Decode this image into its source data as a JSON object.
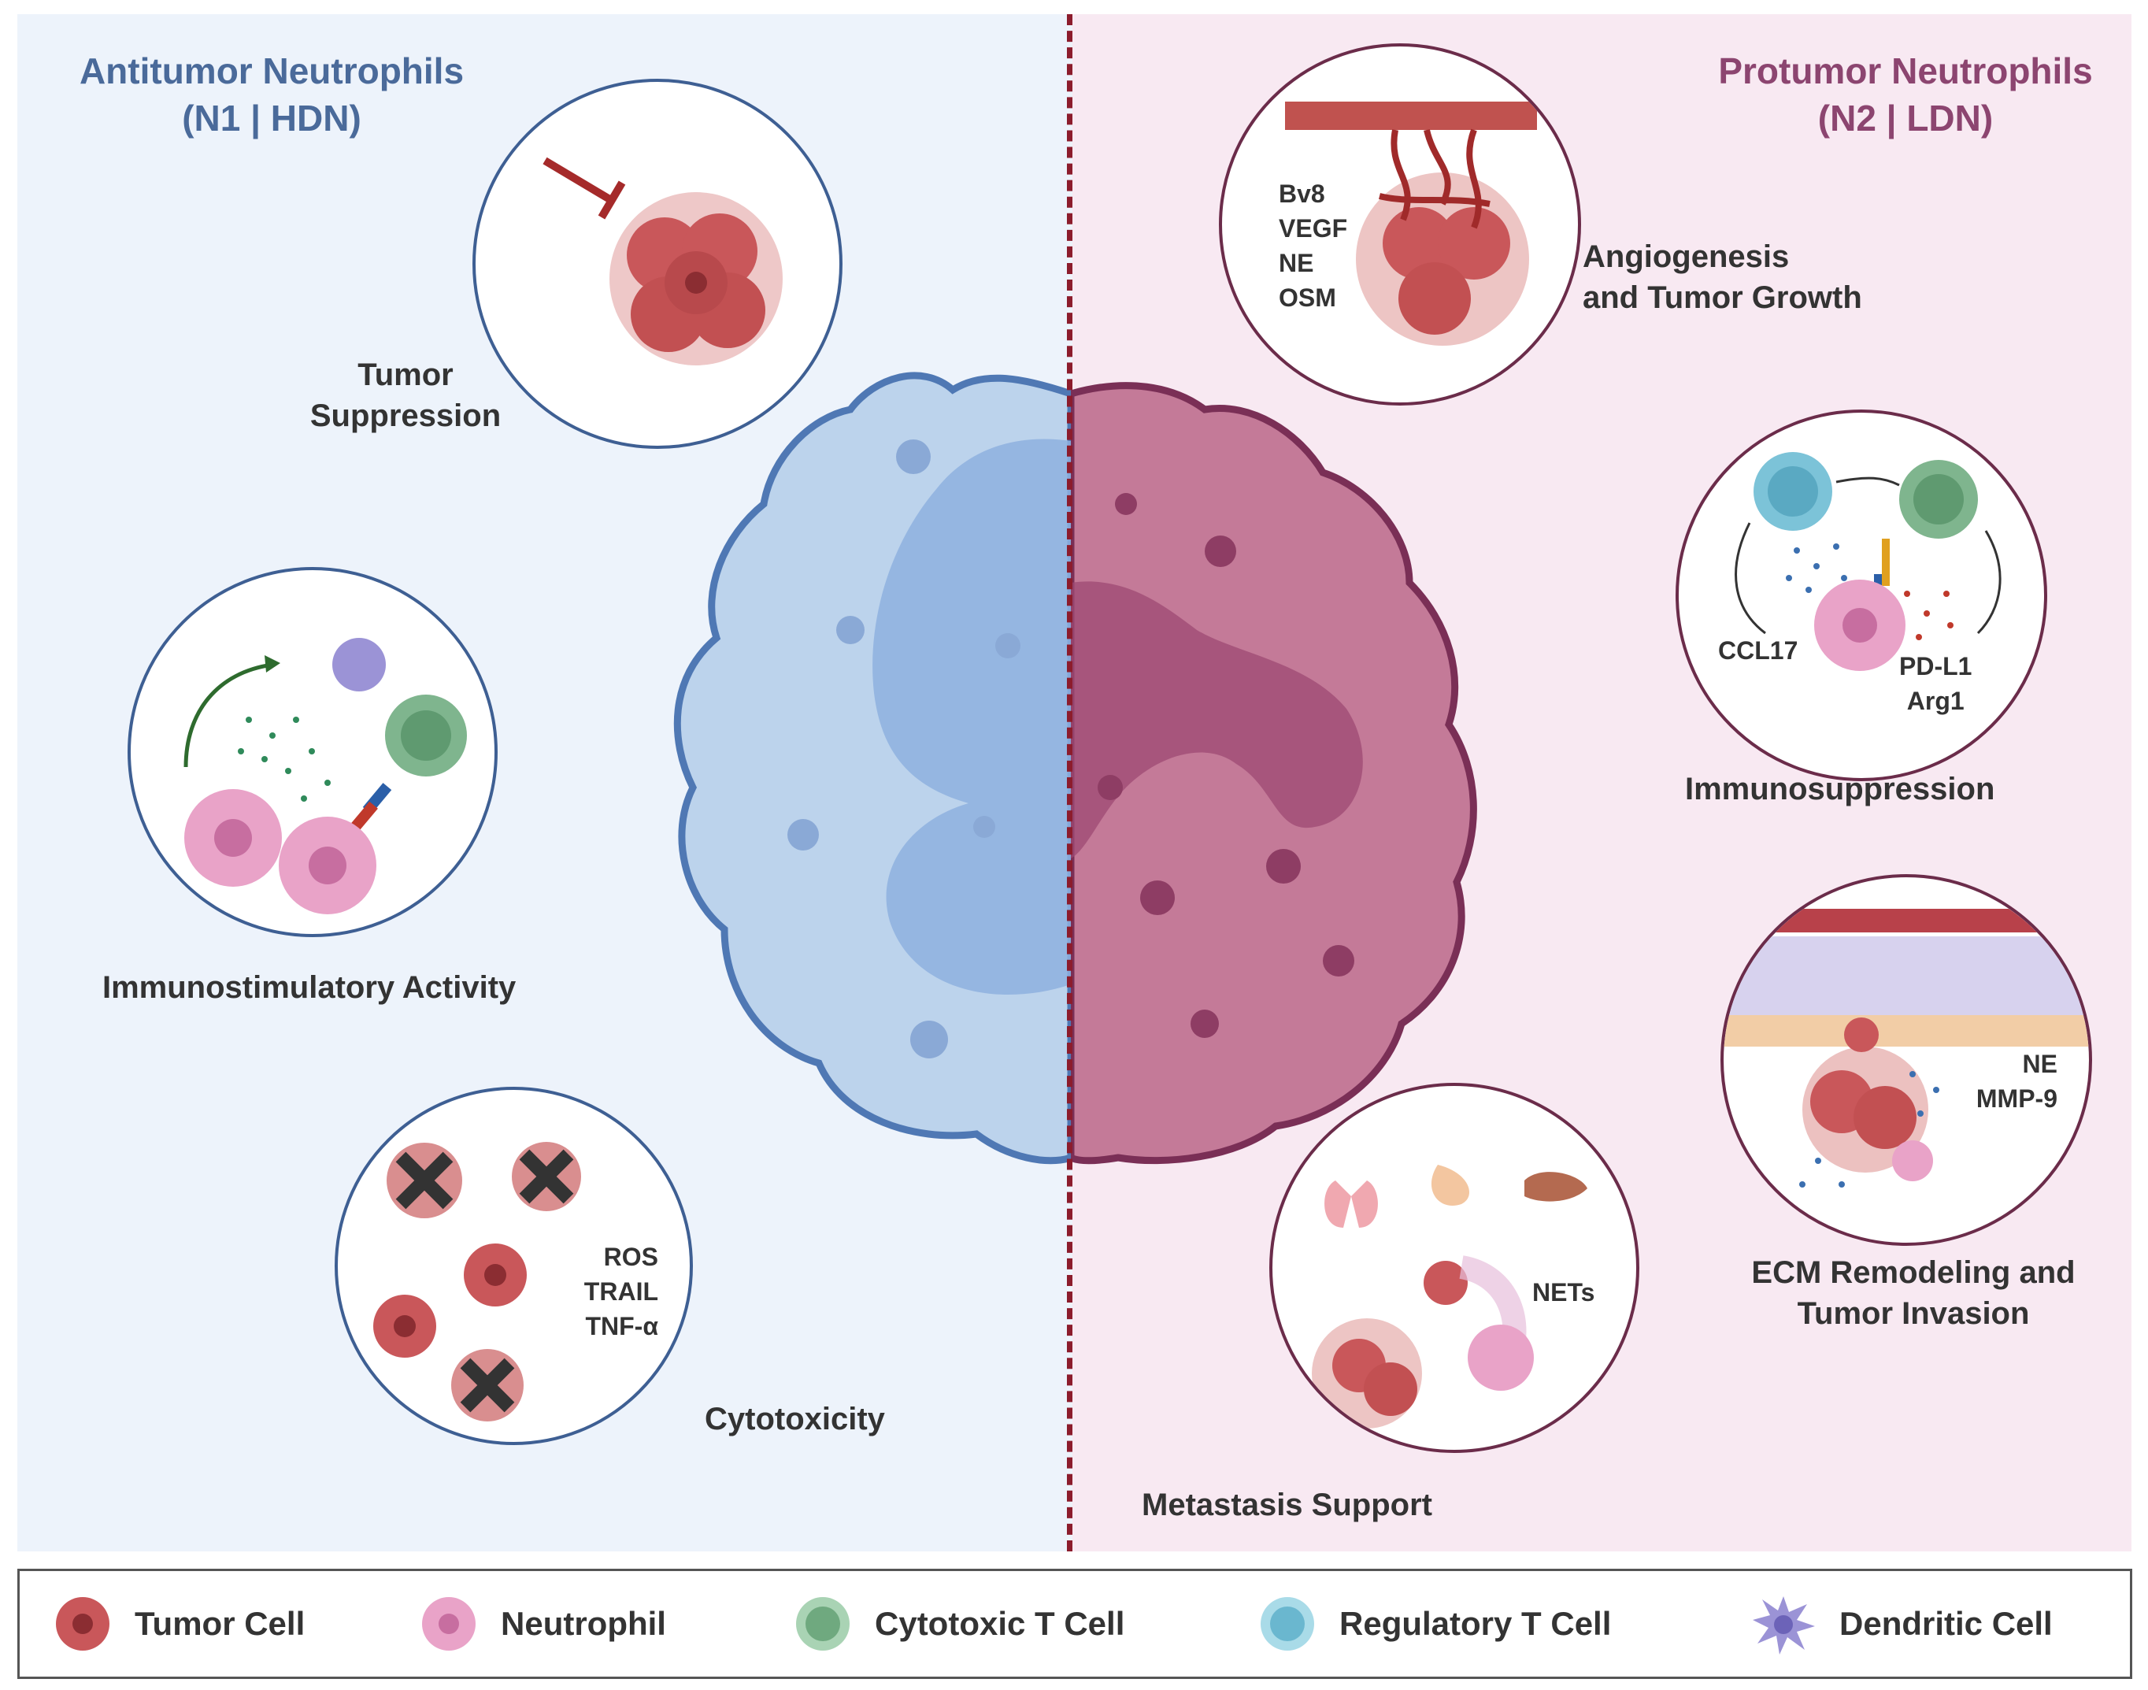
{
  "titles": {
    "left_line1": "Antitumor Neutrophils",
    "left_line2": "(N1 | HDN)",
    "right_line1": "Protumor Neutrophils",
    "right_line2": "(N2 | LDN)"
  },
  "left": {
    "tumor_suppression": {
      "line1": "Tumor",
      "line2": "Suppression"
    },
    "immunostimulatory": {
      "label": "Immunostimulatory Activity"
    },
    "cytotoxicity": {
      "label": "Cytotoxicity",
      "factors": [
        "ROS",
        "TRAIL",
        "TNF-α"
      ]
    }
  },
  "right": {
    "angiogenesis": {
      "line1": "Angiogenesis",
      "line2": "and Tumor Growth",
      "factors": [
        "Bv8",
        "VEGF",
        "NE",
        "OSM"
      ]
    },
    "immunosuppression": {
      "label": "Immunosuppression",
      "factor_left": "CCL17",
      "factors_right": [
        "PD-L1",
        "Arg1"
      ]
    },
    "ecm": {
      "line1": "ECM Remodeling and",
      "line2": "Tumor Invasion",
      "factors": [
        "NE",
        "MMP-9"
      ]
    },
    "metastasis": {
      "label": "Metastasis Support",
      "nets": "NETs"
    }
  },
  "legend": [
    {
      "icon": "tumor-cell-icon",
      "label": "Tumor Cell",
      "color": "#c9575a"
    },
    {
      "icon": "neutrophil-icon",
      "label": "Neutrophil",
      "color": "#e9a3c8"
    },
    {
      "icon": "cytotoxic-t-cell-icon",
      "label": "Cytotoxic T Cell",
      "color": "#7fb58e"
    },
    {
      "icon": "regulatory-t-cell-icon",
      "label": "Regulatory T Cell",
      "color": "#7cc3d8"
    },
    {
      "icon": "dendritic-cell-icon",
      "label": "Dendritic Cell",
      "color": "#9b93d6"
    }
  ]
}
